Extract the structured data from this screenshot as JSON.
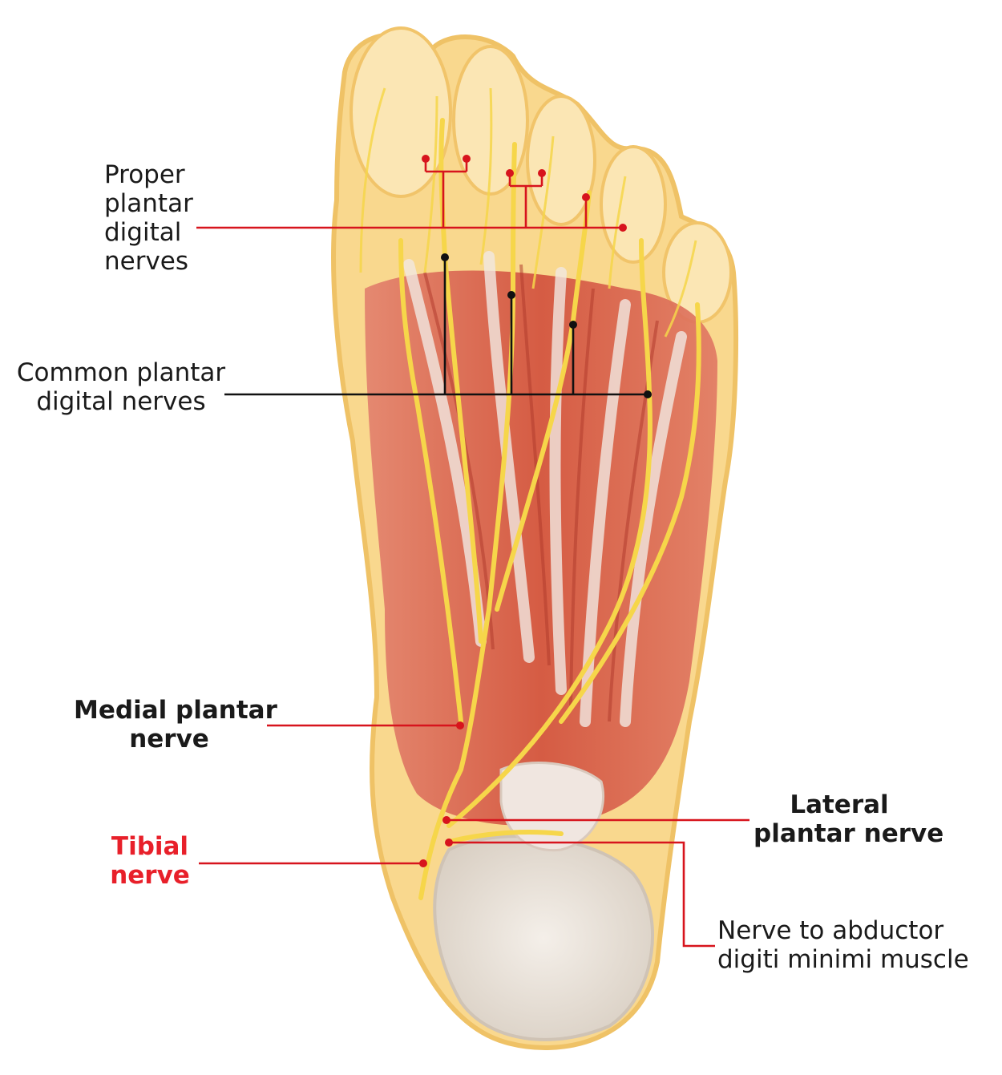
{
  "labels": {
    "proper": {
      "lines": [
        "Proper",
        "plantar",
        "digital",
        "nerves"
      ]
    },
    "common": {
      "lines": [
        "Common plantar",
        "digital nerves"
      ]
    },
    "medial": {
      "lines": [
        "Medial plantar",
        "nerve"
      ]
    },
    "tibial": {
      "lines": [
        "Tibial",
        "nerve"
      ]
    },
    "lateral": {
      "lines": [
        "Lateral",
        "plantar nerve"
      ]
    },
    "abductor": {
      "lines": [
        "Nerve to abductor",
        "digiti minimi muscle"
      ]
    }
  },
  "colors": {
    "red_leader": "#d7141d",
    "black_leader": "#111111",
    "red_label": "#e8202a",
    "nerve": "#f6d64a",
    "muscle": "#d95c46",
    "skin": "#f9d88e",
    "heel": "#ece6de"
  }
}
